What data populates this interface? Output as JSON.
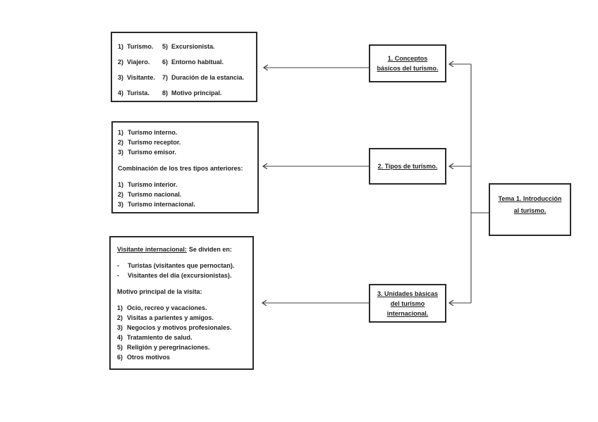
{
  "page": {
    "background": "#ffffff"
  },
  "diagram": {
    "colors": {
      "box_border": "#2b2b2b",
      "connector_line": "#3f3f3f",
      "text": "#1f1f1f"
    },
    "left_box_concepts": {
      "col1": [
        {
          "n": "1)",
          "t": "Turismo."
        },
        {
          "n": "2)",
          "t": "Viajero."
        },
        {
          "n": "3)",
          "t": "Visitante."
        },
        {
          "n": "4)",
          "t": "Turista."
        }
      ],
      "col2": [
        {
          "n": "5)",
          "t": "Excursionista."
        },
        {
          "n": "6)",
          "t": "Entorno habitual."
        },
        {
          "n": "7)",
          "t": "Duración de la estancia."
        },
        {
          "n": "8)",
          "t": "Motivo principal."
        }
      ]
    },
    "left_box_types": {
      "list_a": [
        {
          "n": "1)",
          "t": "Turismo interno."
        },
        {
          "n": "2)",
          "t": "Turismo receptor."
        },
        {
          "n": "3)",
          "t": "Turismo emisor."
        }
      ],
      "middle_text": "Combinación de los tres tipos anteriores:",
      "list_b": [
        {
          "n": "1)",
          "t": "Turismo interior."
        },
        {
          "n": "2)",
          "t": "Turismo nacional."
        },
        {
          "n": "3)",
          "t": "Turismo internacional."
        }
      ]
    },
    "left_box_visitors": {
      "heading_underlined": "Visitante internacional:",
      "heading_rest": "Se dividen en:",
      "dash_items": [
        {
          "n": "-",
          "t": "Turistas (visitantes que pernoctan)."
        },
        {
          "n": "-",
          "t": "Visitantes del día (excursionistas)."
        }
      ],
      "subheading": "Motivo principal de la visita:",
      "motives": [
        {
          "n": "1)",
          "t": "Ocio, recreo y vacaciones."
        },
        {
          "n": "2)",
          "t": "Visitas a parientes y amigos."
        },
        {
          "n": "3)",
          "t": "Negocios y motivos profesionales."
        },
        {
          "n": "4)",
          "t": "Tratamiento de salud."
        },
        {
          "n": "5)",
          "t": "Religión y peregrinaciones."
        },
        {
          "n": "6)",
          "t": "Otros motivos"
        }
      ]
    },
    "node_concepts": {
      "lines": [
        "1. Conceptos",
        "básicos del turismo."
      ]
    },
    "node_types": {
      "lines": [
        "2. Tipos de turismo."
      ]
    },
    "node_units": {
      "lines": [
        "3. Unidades básicas",
        "del turismo",
        "internacional."
      ]
    },
    "node_tema": {
      "lines": [
        "Tema 1. Introducción",
        "al turismo."
      ]
    }
  }
}
